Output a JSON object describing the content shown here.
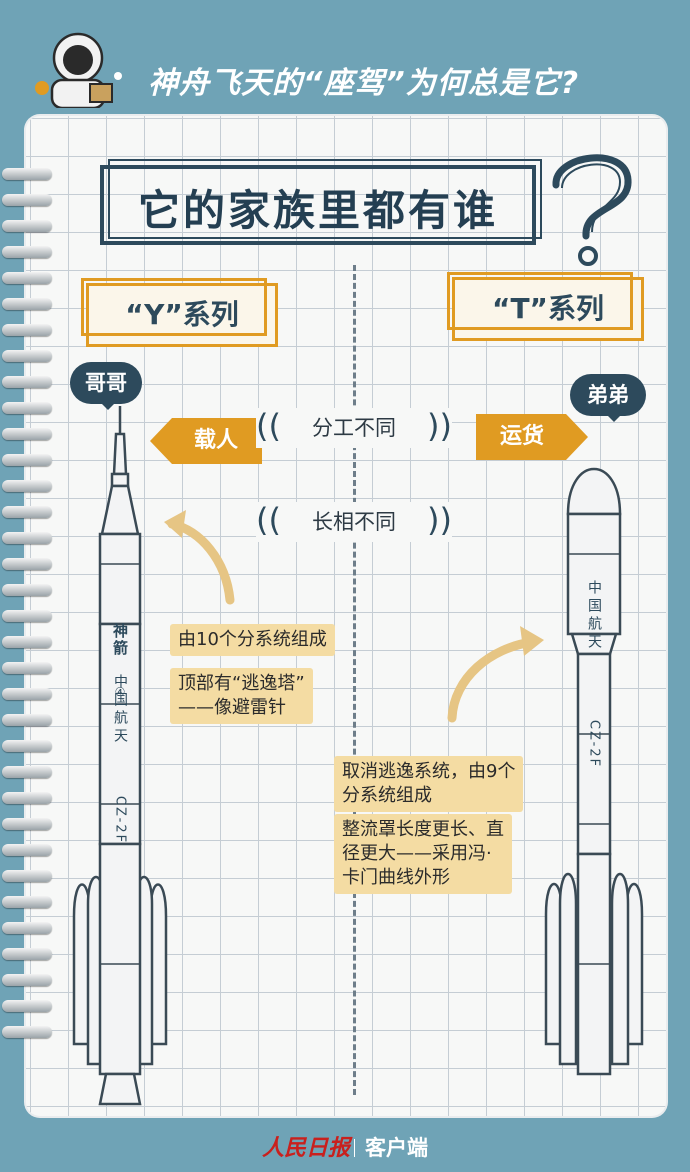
{
  "header": {
    "title": "神舟飞天的“座驾”为何总是它?"
  },
  "heading": {
    "title": "它的家族里都有谁"
  },
  "series": {
    "left": "“Y”系列",
    "right": "“T”系列"
  },
  "bubbles": {
    "left": "哥哥",
    "right": "弟弟"
  },
  "tags": {
    "left": "载人",
    "right": "运货"
  },
  "compare": {
    "first": "分工不同",
    "second": "长相不同"
  },
  "rocket_y": {
    "text_v": "神箭",
    "mark": "④",
    "text_v2": "中国航天",
    "code": "CZ-2F"
  },
  "rocket_t": {
    "text_v": "中国航天",
    "code": "CZ-2F"
  },
  "notes_left": [
    "由10个分系统组成",
    "顶部有“逃逸塔”",
    "——像避雷针"
  ],
  "notes_right": [
    "取消逃逸系统，由9个",
    "分系统组成",
    "整流罩长度更长、直",
    "径更大——采用冯·",
    "卡门曲线外形"
  ],
  "footer": {
    "brand": "人民日报",
    "client": "客户端"
  },
  "colors": {
    "background": "#6fa3b6",
    "accent": "#e09b22",
    "navy": "#2d4a5c",
    "note": "#f4dca3",
    "brand_red": "#c9201d"
  }
}
